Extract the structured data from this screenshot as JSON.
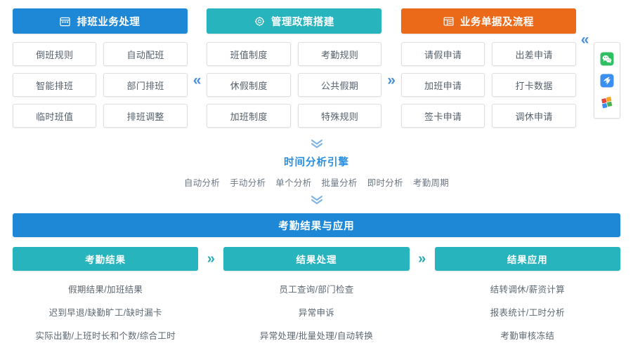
{
  "top": {
    "columns": [
      {
        "header": {
          "label": "排班业务处理",
          "icon": "calendar-icon",
          "color": "#1e88d6"
        },
        "tiles": [
          "倒班规则",
          "自动配班",
          "智能排班",
          "部门排班",
          "临时班值",
          "排班调整"
        ]
      },
      {
        "header": {
          "label": "管理政策搭建",
          "icon": "policy-gear-icon",
          "color": "#27b4bd"
        },
        "tiles": [
          "班值制度",
          "考勤规则",
          "休假制度",
          "公共假期",
          "加班制度",
          "特殊规则"
        ]
      },
      {
        "header": {
          "label": "业务单据及流程",
          "icon": "form-document-icon",
          "color": "#ea6a1a"
        },
        "tiles": [
          "请假申请",
          "出差申请",
          "加班申请",
          "打卡数据",
          "签卡申请",
          "调休申请"
        ]
      }
    ],
    "separators": {
      "left_chevron": "«",
      "right_chevron": "»"
    },
    "apps": [
      {
        "name": "wechat-icon",
        "color": "#2dbf61"
      },
      {
        "name": "dingtalk-icon",
        "color": "#3b8ff0"
      },
      {
        "name": "windows-icon",
        "color": "#f5a623"
      }
    ]
  },
  "middle": {
    "chevron_down": "»",
    "title": "时间分析引擎",
    "items": [
      "自动分析",
      "手动分析",
      "单个分析",
      "批量分析",
      "即时分析",
      "考勤周期"
    ]
  },
  "bottom": {
    "banner": "考勤结果与应用",
    "separator": "»",
    "columns": [
      {
        "title": "考勤结果",
        "lines": [
          "假期结果/加班结果",
          "迟到早退/缺勤旷工/缺时漏卡",
          "实际出勤/上班时长和个数/综合工时"
        ]
      },
      {
        "title": "结果处理",
        "lines": [
          "员工查询/部门检查",
          "异常申诉",
          "异常处理/批量处理/自动转换"
        ]
      },
      {
        "title": "结果应用",
        "lines": [
          "结转调休/薪资计算",
          "报表统计/工时分析",
          "考勤审核冻结"
        ]
      }
    ]
  },
  "colors": {
    "blue": "#1e88d6",
    "teal": "#27b4bd",
    "orange": "#ea6a1a",
    "tile_border": "#dcdfe2",
    "text_muted": "#5d6872"
  }
}
